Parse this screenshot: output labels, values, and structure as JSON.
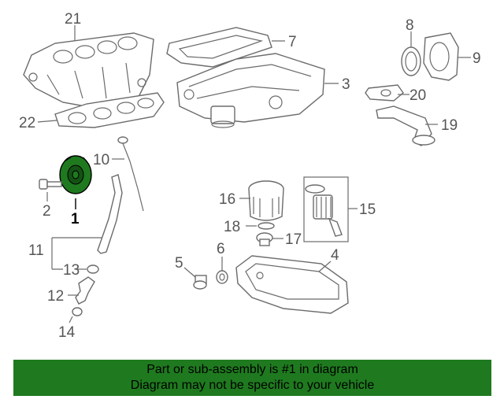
{
  "labels": {
    "p1": "1",
    "p2": "2",
    "p3": "3",
    "p4": "4",
    "p5": "5",
    "p6": "6",
    "p7": "7",
    "p8": "8",
    "p9": "9",
    "p10": "10",
    "p11": "11",
    "p12": "12",
    "p13": "13",
    "p14": "14",
    "p15": "15",
    "p16": "16",
    "p17": "17",
    "p18": "18",
    "p19": "19",
    "p20": "20",
    "p21": "21",
    "p22": "22"
  },
  "highlight_color": "#1f7a1f",
  "banner": {
    "line1": "Part or sub-assembly is #1 in diagram",
    "line2": "Diagram may not be specific to your vehicle"
  }
}
